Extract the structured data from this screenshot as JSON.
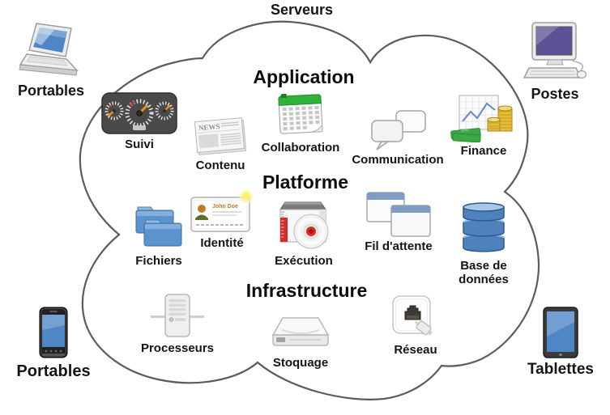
{
  "headings": {
    "application": "Application",
    "platforme": "Platforme",
    "infrastructure": "Infrastructure"
  },
  "outer": {
    "serveurs": {
      "label": "Serveurs",
      "icon": "server-cloud-edge"
    },
    "portables_top": {
      "label": "Portables",
      "icon": "laptop-icon"
    },
    "postes": {
      "label": "Postes",
      "icon": "desktop-icon"
    },
    "portables_bottom": {
      "label": "Portables",
      "icon": "smartphone-icon"
    },
    "tablettes": {
      "label": "Tablettes",
      "icon": "tablet-icon"
    }
  },
  "nodes": {
    "suivi": {
      "label": "Suivi",
      "icon": "dashboard-gauge-icon"
    },
    "contenu": {
      "label": "Contenu",
      "icon": "newspaper-icon",
      "icon_text": "NEWS"
    },
    "collaboration": {
      "label": "Collaboration",
      "icon": "calendar-icon"
    },
    "communication": {
      "label": "Communication",
      "icon": "chat-bubbles-icon"
    },
    "finance": {
      "label": "Finance",
      "icon": "chart-money-icon"
    },
    "fichiers": {
      "label": "Fichiers",
      "icon": "folders-icon"
    },
    "identite": {
      "label": "Identité",
      "icon": "id-card-icon",
      "icon_text": "John Doe"
    },
    "execution": {
      "label": "Exécution",
      "icon": "software-box-cd-icon"
    },
    "fil_attente": {
      "label": "Fil d'attente",
      "icon": "stacked-windows-icon"
    },
    "base_donnees": {
      "line1": "Base de",
      "line2": "données",
      "icon": "database-icon"
    },
    "processeurs": {
      "label": "Processeurs",
      "icon": "server-tower-icon"
    },
    "stoquage": {
      "label": "Stoquage",
      "icon": "hard-drive-icon"
    },
    "reseau": {
      "label": "Réseau",
      "icon": "ethernet-plug-icon"
    }
  },
  "colors": {
    "cloud_outline": "#5c5c5c",
    "label_text": "#151515",
    "folder_blue": "#5b93cf",
    "database_blue": "#4f81bd",
    "calendar_green": "#2fb13a",
    "money_green": "#3aa844",
    "coin_gold": "#e6bd3a",
    "screen_blue": "#4f86c6",
    "monitor_purple": "#5d5295",
    "needle_orange": "#ef8f1f",
    "cd_red": "#d42a2a",
    "titlebar_blue": "#7f9cc4",
    "glow_yellow": "#ffef57"
  }
}
